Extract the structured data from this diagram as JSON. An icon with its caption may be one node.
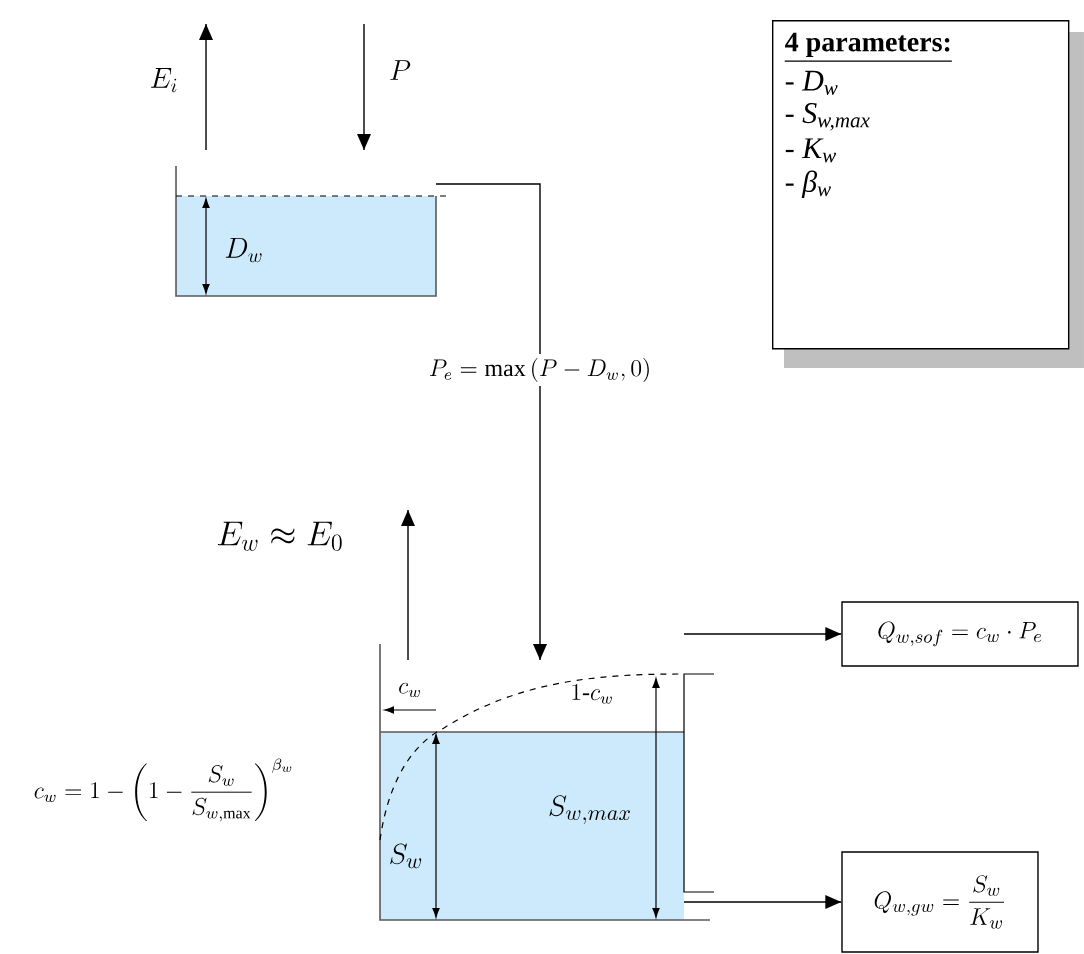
{
  "diagram": {
    "nodes": [
      {
        "text": [],
        "shape": "box"
      },
      {
        "text": [],
        "shape": "box"
      },
      {
        "text": [
          "Q_{w,sof} = c_w \\cdot P_e"
        ]
      },
      {
        "text": [
          "Q_{w,gw} = \\frac{S_w}{K_w}"
        ]
      },
      {
        "text": [
          "4 parameters:",
          "- D$_{w}$",
          "- S$_{w,max}$",
          "- K$_{w}$",
          "- β$_{w}$"
        ]
      }
    ],
    "edges": [
      {
        "from": 0,
        "to": 1,
        "arrow": "to",
        "label": "P_e = \\max\\left(P - D_w, 0\\right)"
      },
      {
        "from": null,
        "to": 0,
        "arrow": "to"
      },
      {
        "from": 0,
        "to": null,
        "arrow": "to"
      },
      {
        "from": 1,
        "to": null,
        "arrow": "to"
      },
      {
        "from": 1,
        "to": 2,
        "arrow": "to"
      },
      {
        "from": 1,
        "to": 3,
        "arrow": "to"
      }
    ],
    "labels": [
      "E_i",
      "P",
      "D_w",
      "E_w \\approx E_0",
      "c_w",
      "1\\text{-}c_w",
      "S_w",
      "S_{w,max}",
      "c_w = 1 - \\left(1 - \\frac{S_w}{S_{w,\\max}}\\right)^{\\beta_w}"
    ]
  }
}
